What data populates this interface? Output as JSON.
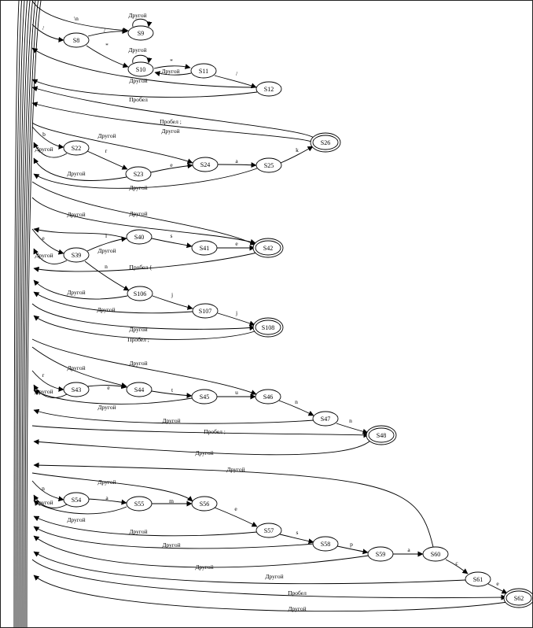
{
  "diagram": {
    "states": [
      {
        "id": "S9",
        "label": "S9",
        "final": false
      },
      {
        "id": "S8",
        "label": "S8",
        "final": false
      },
      {
        "id": "S10",
        "label": "S10",
        "final": false
      },
      {
        "id": "S11",
        "label": "S11",
        "final": false
      },
      {
        "id": "S12",
        "label": "S12",
        "final": false
      },
      {
        "id": "S26",
        "label": "S26",
        "final": true
      },
      {
        "id": "S22",
        "label": "S22",
        "final": false
      },
      {
        "id": "S23",
        "label": "S23",
        "final": false
      },
      {
        "id": "S24",
        "label": "S24",
        "final": false
      },
      {
        "id": "S25",
        "label": "S25",
        "final": false
      },
      {
        "id": "S40",
        "label": "S40",
        "final": false
      },
      {
        "id": "S39",
        "label": "S39",
        "final": false
      },
      {
        "id": "S41",
        "label": "S41",
        "final": false
      },
      {
        "id": "S42",
        "label": "S42",
        "final": true
      },
      {
        "id": "S106",
        "label": "S106",
        "final": false
      },
      {
        "id": "S107",
        "label": "S107",
        "final": false
      },
      {
        "id": "S108",
        "label": "S108",
        "final": true
      },
      {
        "id": "S43",
        "label": "S43",
        "final": false
      },
      {
        "id": "S44",
        "label": "S44",
        "final": false
      },
      {
        "id": "S45",
        "label": "S45",
        "final": false
      },
      {
        "id": "S46",
        "label": "S46",
        "final": false
      },
      {
        "id": "S47",
        "label": "S47",
        "final": false
      },
      {
        "id": "S48",
        "label": "S48",
        "final": true
      },
      {
        "id": "S54",
        "label": "S54",
        "final": false
      },
      {
        "id": "S55",
        "label": "S55",
        "final": false
      },
      {
        "id": "S56",
        "label": "S56",
        "final": false
      },
      {
        "id": "S57",
        "label": "S57",
        "final": false
      },
      {
        "id": "S58",
        "label": "S58",
        "final": false
      },
      {
        "id": "S59",
        "label": "S59",
        "final": false
      },
      {
        "id": "S60",
        "label": "S60",
        "final": false
      },
      {
        "id": "S61",
        "label": "S61",
        "final": false
      },
      {
        "id": "S62",
        "label": "S62",
        "final": true
      }
    ],
    "edges": [
      {
        "from": "S8",
        "to": "S9",
        "label": "/"
      },
      {
        "from": "S9",
        "to": "S9",
        "label": "Другой"
      },
      {
        "from": "S8",
        "to": "S10",
        "label": "*"
      },
      {
        "from": "S10",
        "to": "S10",
        "label": "Другой"
      },
      {
        "from": "S10",
        "to": "S11",
        "label": "*"
      },
      {
        "from": "S11",
        "to": "S10",
        "label": "Другой"
      },
      {
        "from": "S11",
        "to": "S12",
        "label": "/"
      },
      {
        "from": "S25",
        "to": "S26",
        "label": "k"
      },
      {
        "from": "S22",
        "to": "S23",
        "label": "r"
      },
      {
        "from": "S23",
        "to": "S24",
        "label": "e"
      },
      {
        "from": "S24",
        "to": "S25",
        "label": "a"
      },
      {
        "from": "S39",
        "to": "S40",
        "label": "l"
      },
      {
        "from": "S40",
        "to": "S41",
        "label": "s"
      },
      {
        "from": "S41",
        "to": "S42",
        "label": "e"
      },
      {
        "from": "S39",
        "to": "S106",
        "label": "n"
      },
      {
        "from": "S106",
        "to": "S107",
        "label": "j"
      },
      {
        "from": "S107",
        "to": "S108",
        "label": "j"
      },
      {
        "from": "S43",
        "to": "S44",
        "label": "e"
      },
      {
        "from": "S44",
        "to": "S45",
        "label": "t"
      },
      {
        "from": "S45",
        "to": "S46",
        "label": "u"
      },
      {
        "from": "S46",
        "to": "S47",
        "label": "n"
      },
      {
        "from": "S47",
        "to": "S48",
        "label": "n"
      },
      {
        "from": "S54",
        "to": "S55",
        "label": "a"
      },
      {
        "from": "S55",
        "to": "S56",
        "label": "m"
      },
      {
        "from": "S56",
        "to": "S57",
        "label": "e"
      },
      {
        "from": "S57",
        "to": "S58",
        "label": "s"
      },
      {
        "from": "S58",
        "to": "S59",
        "label": "p"
      },
      {
        "from": "S59",
        "to": "S60",
        "label": "a"
      },
      {
        "from": "S60",
        "to": "S61",
        "label": "c"
      },
      {
        "from": "S61",
        "to": "S62",
        "label": "e"
      },
      {
        "from": "START",
        "to": "S9",
        "label": "\\n"
      },
      {
        "from": "START",
        "to": "S8",
        "label": "/"
      },
      {
        "from": "S12",
        "to": "START",
        "label": "Другой"
      },
      {
        "from": "S12",
        "to": "START",
        "label": "Пробел"
      },
      {
        "from": "S26",
        "to": "START",
        "label": "Пробел ;"
      },
      {
        "from": "S26",
        "to": "START",
        "label": "Другой"
      },
      {
        "from": "START",
        "to": "S22",
        "label": "b"
      },
      {
        "from": "S22",
        "to": "START",
        "label": "Другой"
      },
      {
        "from": "START",
        "to": "S24",
        "label": "Другой"
      },
      {
        "from": "S23",
        "to": "START",
        "label": "Другой"
      },
      {
        "from": "S25",
        "to": "START",
        "label": "Другой"
      },
      {
        "from": "START",
        "to": "S42",
        "label": "Другой"
      },
      {
        "from": "START",
        "to": "S42",
        "label": "Другой"
      },
      {
        "from": "START",
        "to": "S39",
        "label": "e"
      },
      {
        "from": "S39",
        "to": "START",
        "label": "Другой"
      },
      {
        "from": "S40",
        "to": "START",
        "label": "Другой"
      },
      {
        "from": "S42",
        "to": "START",
        "label": "Пробел {"
      },
      {
        "from": "S106",
        "to": "START",
        "label": "Другой"
      },
      {
        "from": "S107",
        "to": "START",
        "label": "Другой"
      },
      {
        "from": "START",
        "to": "S108",
        "label": "Другой"
      },
      {
        "from": "S108",
        "to": "START",
        "label": "Пробел ;"
      },
      {
        "from": "START",
        "to": "S44",
        "label": "Другой"
      },
      {
        "from": "START",
        "to": "S46",
        "label": "Другой"
      },
      {
        "from": "START",
        "to": "S43",
        "label": "r"
      },
      {
        "from": "S43",
        "to": "START",
        "label": "Другой"
      },
      {
        "from": "S45",
        "to": "START",
        "label": "Другой"
      },
      {
        "from": "S47",
        "to": "START",
        "label": "Другой"
      },
      {
        "from": "START",
        "to": "S48",
        "label": "Пробел ;"
      },
      {
        "from": "S48",
        "to": "START",
        "label": "Другой"
      },
      {
        "from": "S60",
        "to": "START",
        "label": "Другой"
      },
      {
        "from": "START",
        "to": "S56",
        "label": "Другой"
      },
      {
        "from": "START",
        "to": "S54",
        "label": "n"
      },
      {
        "from": "S54",
        "to": "START",
        "label": "Другой"
      },
      {
        "from": "S55",
        "to": "START",
        "label": "Другой"
      },
      {
        "from": "S57",
        "to": "START",
        "label": "Другой"
      },
      {
        "from": "S58",
        "to": "START",
        "label": "Другой"
      },
      {
        "from": "S59",
        "to": "START",
        "label": "Другой"
      },
      {
        "from": "S61",
        "to": "START",
        "label": "Другой"
      },
      {
        "from": "START",
        "to": "S62",
        "label": "Пробел"
      },
      {
        "from": "S62",
        "to": "START",
        "label": "Другой"
      }
    ]
  }
}
